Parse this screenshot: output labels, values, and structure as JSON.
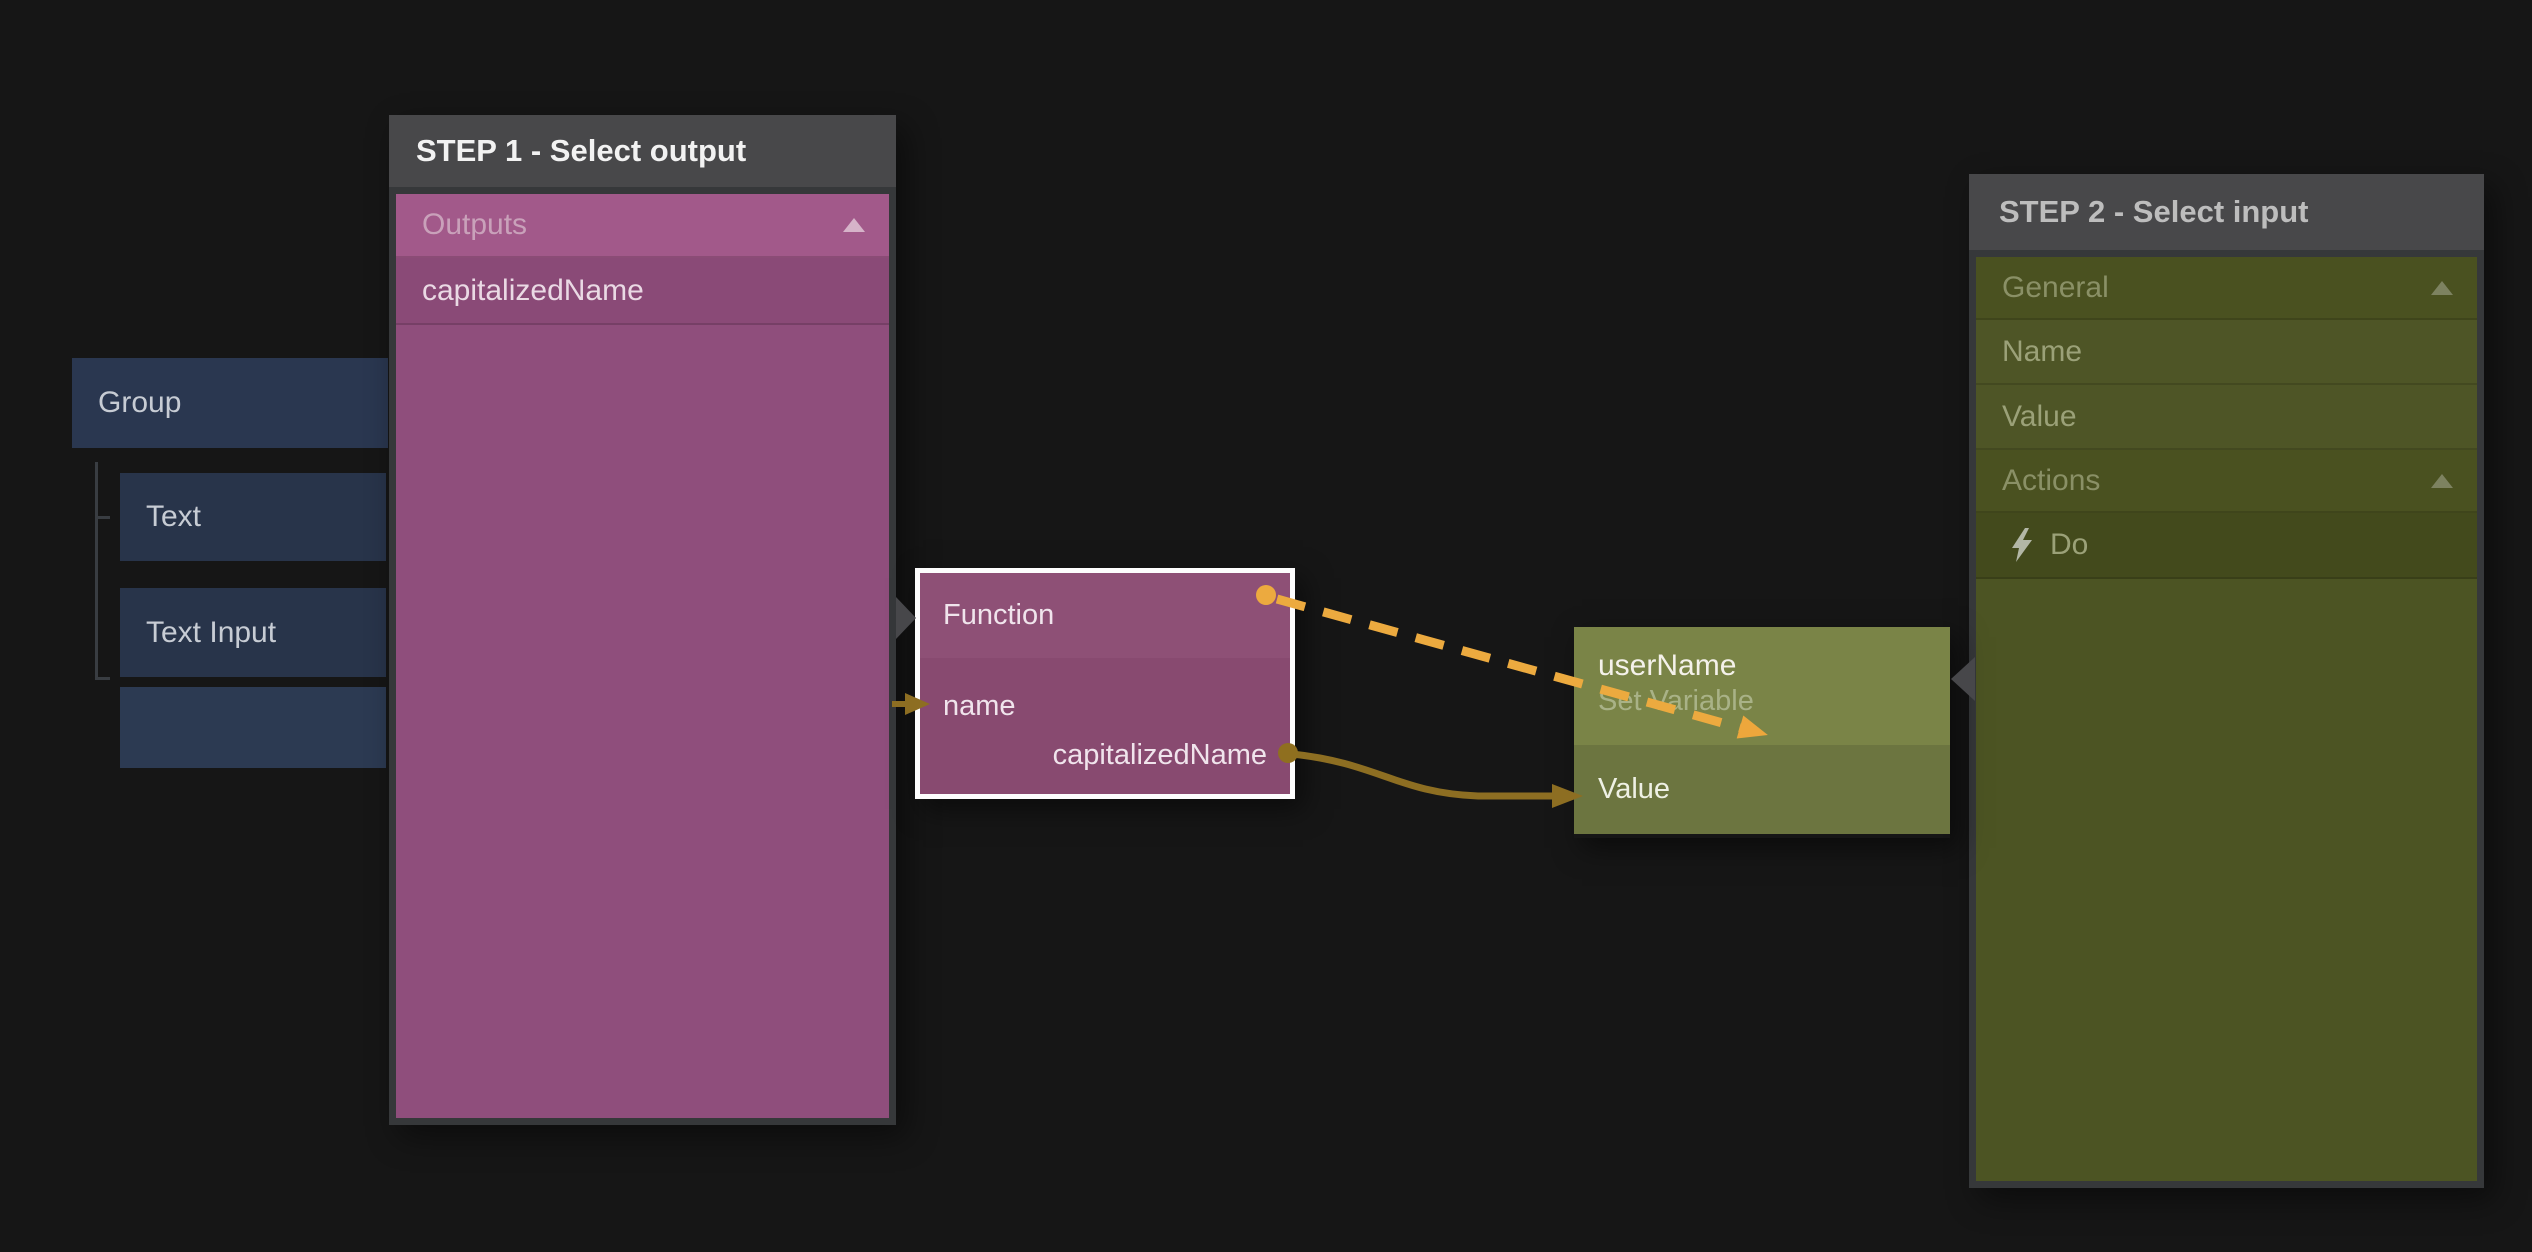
{
  "canvas": {
    "background": "#161616"
  },
  "left_nodes": [
    {
      "label": "Group"
    },
    {
      "label": "Text"
    },
    {
      "label": "Text Input"
    },
    {
      "label": ""
    }
  ],
  "step1": {
    "title": "STEP 1 - Select output",
    "sections": [
      {
        "label": "Outputs",
        "state": "expanded"
      }
    ],
    "items": [
      "capitalizedName"
    ]
  },
  "step2": {
    "title": "STEP 2 - Select input",
    "rows": [
      {
        "label": "General",
        "type": "section",
        "state": "expanded"
      },
      {
        "label": "Name",
        "type": "item"
      },
      {
        "label": "Value",
        "type": "item"
      },
      {
        "label": "Actions",
        "type": "section",
        "state": "expanded"
      },
      {
        "label": "Do",
        "type": "action",
        "icon": "lightning-icon"
      }
    ]
  },
  "function_node": {
    "title": "Function",
    "input": "name",
    "output": "capitalizedName"
  },
  "variable_node": {
    "title": "userName",
    "subtitle": "Set Variable",
    "input": "Value"
  },
  "colors": {
    "canvas_bg": "#161616",
    "panel_title_bg": "#48484a",
    "panel_frame": "#36383a",
    "p1_section_bg": "#a2598a",
    "p1_item_bg": "#8a4a77",
    "p1_body": "#8f4e7c",
    "p2_section_bg": "#4a5120",
    "p2_item_bg": "#4e5526",
    "p2_action_bg": "#434a1c",
    "p2_body": "#4c5423",
    "fn_header": "#8e5076",
    "fn_body": "#884a70",
    "var_header": "#7a8447",
    "var_body": "#6c7540",
    "tree_node_bg": "#28344a",
    "tree_group_bg": "#2a3750",
    "tree_ghost_bg": "#2c3a52",
    "wire_dashed": "#ecaa3f",
    "wire_solid": "#8d6e22",
    "port_amber": "#ecaa3f",
    "port_gold": "#8f6f1f",
    "anchor_gray": "#47474a"
  }
}
